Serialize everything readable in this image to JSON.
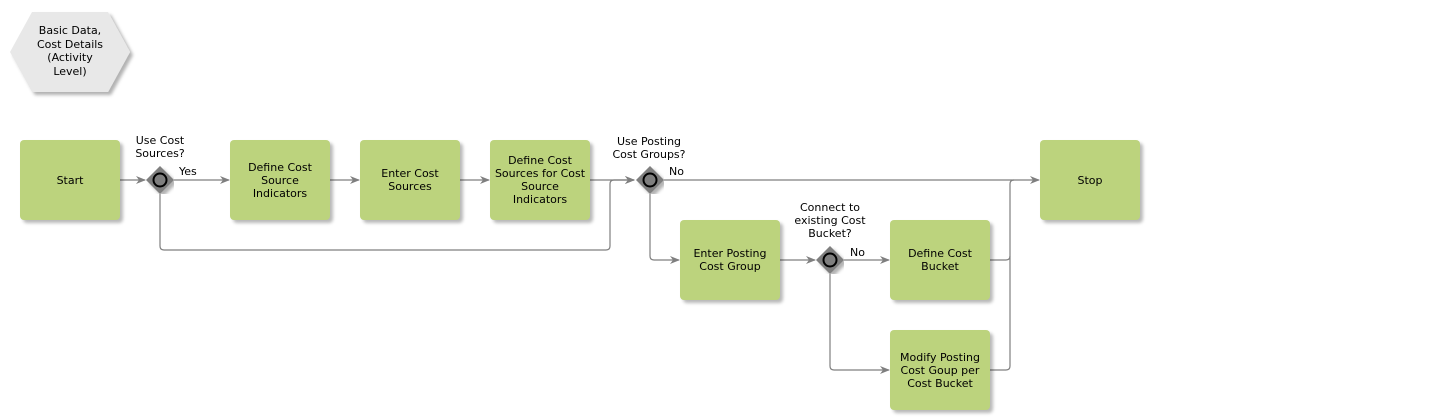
{
  "diagram": {
    "type": "process-flow",
    "colors": {
      "activity_fill": "#bcd37d",
      "gateway_fill": "#7f7f7f",
      "hexagon_fill": "#e8e8e8",
      "edge": "#7f7f7f"
    },
    "context": {
      "label": "Basic Data,\nCost Details\n(Activity\nLevel)"
    },
    "nodes": {
      "start": "Start",
      "define_cost_source_indicators": "Define Cost\nSource\nIndicators",
      "enter_cost_sources": "Enter Cost\nSources",
      "define_cost_sources_for_indicators": "Define Cost\nSources for Cost\nSource\nIndicators",
      "stop": "Stop",
      "enter_posting_cost_group": "Enter Posting\nCost Group",
      "define_cost_bucket": "Define Cost\nBucket",
      "modify_posting_cost_group": "Modify Posting\nCost Goup per\nCost Bucket"
    },
    "gateways": {
      "use_cost_sources": "Use Cost\nSources?",
      "use_posting_cost_groups": "Use Posting\nCost Groups?",
      "connect_existing_bucket": "Connect to\nexisting Cost\nBucket?"
    },
    "edge_labels": {
      "yes": "Yes",
      "no_posting": "No",
      "no_bucket": "No"
    }
  }
}
